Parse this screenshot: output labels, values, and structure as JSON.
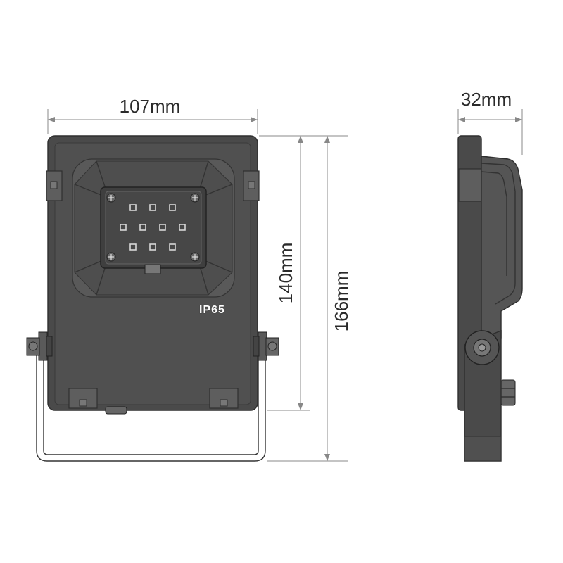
{
  "dimensions": {
    "width_label": "107mm",
    "depth_label": "32mm",
    "body_height_label": "140mm",
    "total_height_label": "166mm"
  },
  "marking": {
    "ip_rating": "IP65"
  },
  "colors": {
    "body": "#4a4a4a",
    "panel": "#595959",
    "line": "#333333",
    "dimension_line": "#888888"
  }
}
